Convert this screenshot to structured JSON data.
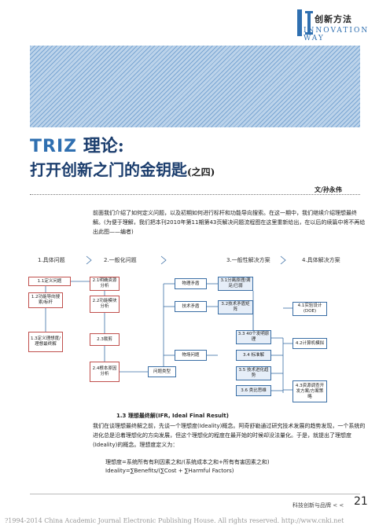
{
  "header": {
    "brand_cn": "创新方法",
    "brand_en": "INNOVATION WAY"
  },
  "article": {
    "title_latin": "TRIZ",
    "title_cn": " 理论:",
    "title_line2": "打开创新之门的金钥匙",
    "title_suffix": "(之四)",
    "author": "文/孙永伟",
    "intro": "前面我们介绍了如何定义问题，以及初期如何进行标杆和功能导向搜索。在这一期中，我们继续介绍理想最终解。(为便于理解，我们把本刊2010年第11期第43页解决问题流程图在这里重新给出，在以后的续篇中将不再给出此图——编者)"
  },
  "diagram": {
    "stages": [
      "1.具体问题",
      "2.一般化问题",
      "3.一般性解决方案",
      "4.具体解决方案"
    ],
    "col1": [
      "1.1定义问题",
      "1.2功能导向搜索/标杆",
      "1.3定义理想度/理想最终解"
    ],
    "col2": [
      "2.1明确资源分析",
      "2.2功能模块分析",
      "2.3裁剪",
      "2.4根本原因分析"
    ],
    "hub": "问题类型",
    "col3": [
      "物理矛盾",
      "技术矛盾",
      "物场问题"
    ],
    "col4": [
      "3.1分离原理/满足/已弱",
      "3.2技术矛盾矩阵",
      "3.3 40个发明原理",
      "3.4 标准解",
      "3.5 技术进化趋势",
      "3.6 类比思维"
    ],
    "col5": [
      "4.1实验设计(DOE)",
      "4.2计算机模拟",
      "4.3资源调查开发方案/方案策略"
    ]
  },
  "body": {
    "section": "1.3 理想最终解(IFR, Ideal Final Result)",
    "paragraph": "我们在谈理想最终解之前，先谈一个理想度(Ideality)概念。阿奇舒勒通过研究技术发展的趋势发现，一个系统的进化总是沿着理想化的方向发展，但这个理想化的程度在最开始的时候却没法量化。于是，就提出了理想度(Ideality)的概念。理想度定义为：",
    "formula1": "理想度=系统所有有利因素之和/(系统成本之和+所有有害因素之和)",
    "formula2": "Ideality=∑Benefits/(∑Cost + ∑Harmful Factors)"
  },
  "footer": {
    "magazine": "科技创新与品牌 < <",
    "page": "21",
    "copyright": "?1994-2014 China Academic Journal Electronic Publishing House. All rights reserved.    http://www.cnki.net"
  },
  "colors": {
    "accent": "#2f6fb0",
    "title": "#1c3e6e",
    "box_border": "#3a6ea5",
    "alt_border": "#c0504d"
  }
}
